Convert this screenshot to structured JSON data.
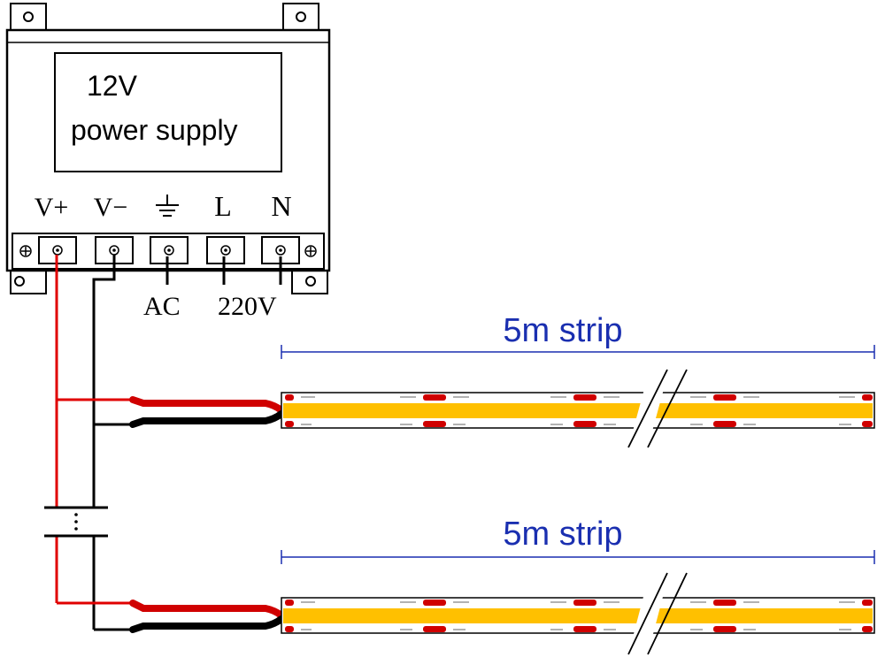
{
  "power_supply": {
    "title_line1": "12V",
    "title_line2": "power supply",
    "terminals": [
      "V+",
      "V−",
      "⏚",
      "L",
      "N"
    ],
    "ac_label": "AC",
    "mains_label": "220V"
  },
  "strips": [
    {
      "length_label": "5m strip"
    },
    {
      "length_label": "5m strip"
    }
  ],
  "colors": {
    "line": "#000000",
    "wire_positive": "#e00000",
    "wire_negative": "#000000",
    "strip_led": "#ffc000",
    "strip_pad": "#d00000",
    "dimension": "#1a2fb0"
  }
}
